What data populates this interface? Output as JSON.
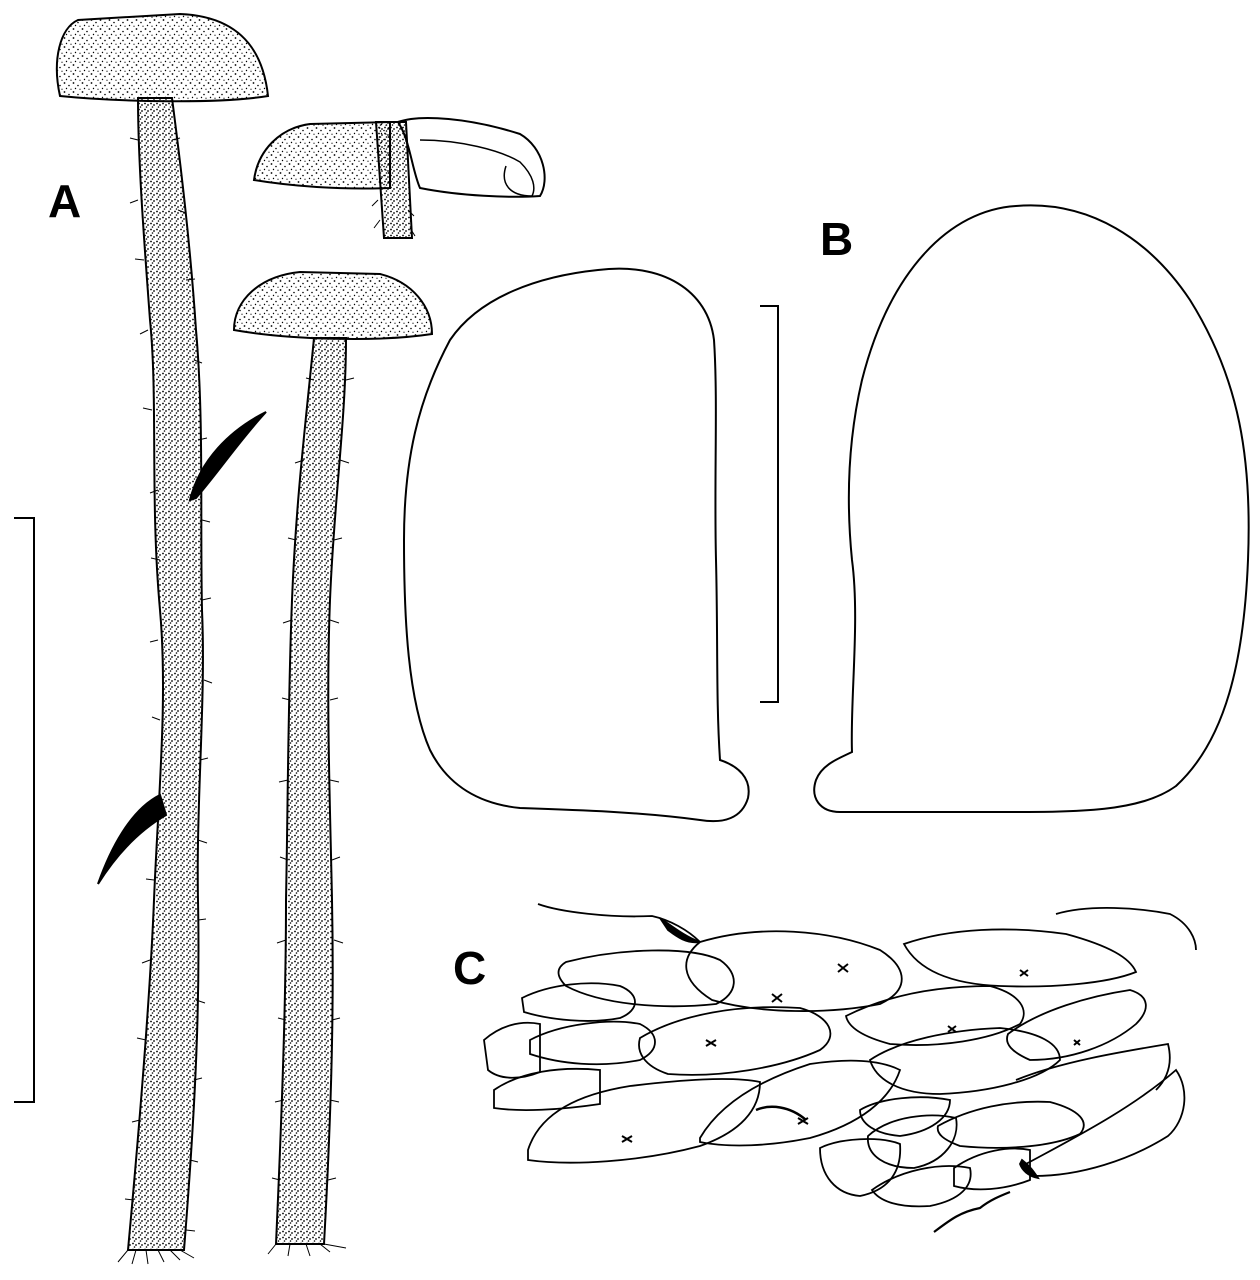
{
  "figure": {
    "panels": [
      {
        "label": "A"
      },
      {
        "label": "B"
      },
      {
        "label": "C"
      }
    ],
    "colors": {
      "ink": "#000000",
      "paper": "#ffffff"
    }
  }
}
